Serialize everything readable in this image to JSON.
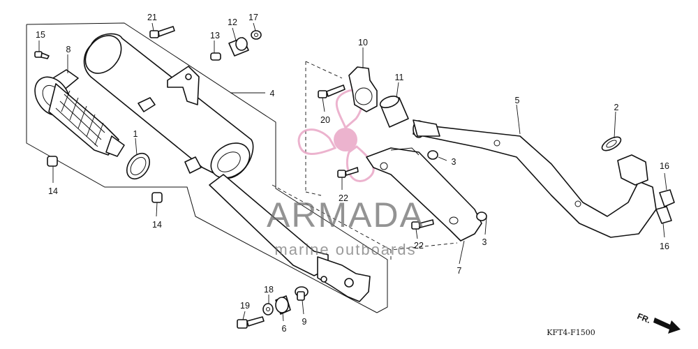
{
  "callouts": [
    {
      "id": "c21",
      "label": "21"
    },
    {
      "id": "c15",
      "label": "15"
    },
    {
      "id": "c8",
      "label": "8"
    },
    {
      "id": "c13",
      "label": "13"
    },
    {
      "id": "c12",
      "label": "12"
    },
    {
      "id": "c17",
      "label": "17"
    },
    {
      "id": "c4",
      "label": "4"
    },
    {
      "id": "c10",
      "label": "10"
    },
    {
      "id": "c11",
      "label": "11"
    },
    {
      "id": "c20",
      "label": "20"
    },
    {
      "id": "c5",
      "label": "5"
    },
    {
      "id": "c2",
      "label": "2"
    },
    {
      "id": "c1",
      "label": "1"
    },
    {
      "id": "c14a",
      "label": "14"
    },
    {
      "id": "c14b",
      "label": "14"
    },
    {
      "id": "c3a",
      "label": "3"
    },
    {
      "id": "c3b",
      "label": "3"
    },
    {
      "id": "c22a",
      "label": "22"
    },
    {
      "id": "c22b",
      "label": "22"
    },
    {
      "id": "c16a",
      "label": "16"
    },
    {
      "id": "c16b",
      "label": "16"
    },
    {
      "id": "c7",
      "label": "7"
    },
    {
      "id": "c18",
      "label": "18"
    },
    {
      "id": "c19",
      "label": "19"
    },
    {
      "id": "c6",
      "label": "6"
    },
    {
      "id": "c9",
      "label": "9"
    }
  ],
  "diagram_code": "KFT4-F1500",
  "direction_label": "FR.",
  "watermark": {
    "brand": "ARMADA",
    "tagline": "marine outboards",
    "logo_color": "#e9a6c6",
    "text_color": "#6f6f6f"
  }
}
